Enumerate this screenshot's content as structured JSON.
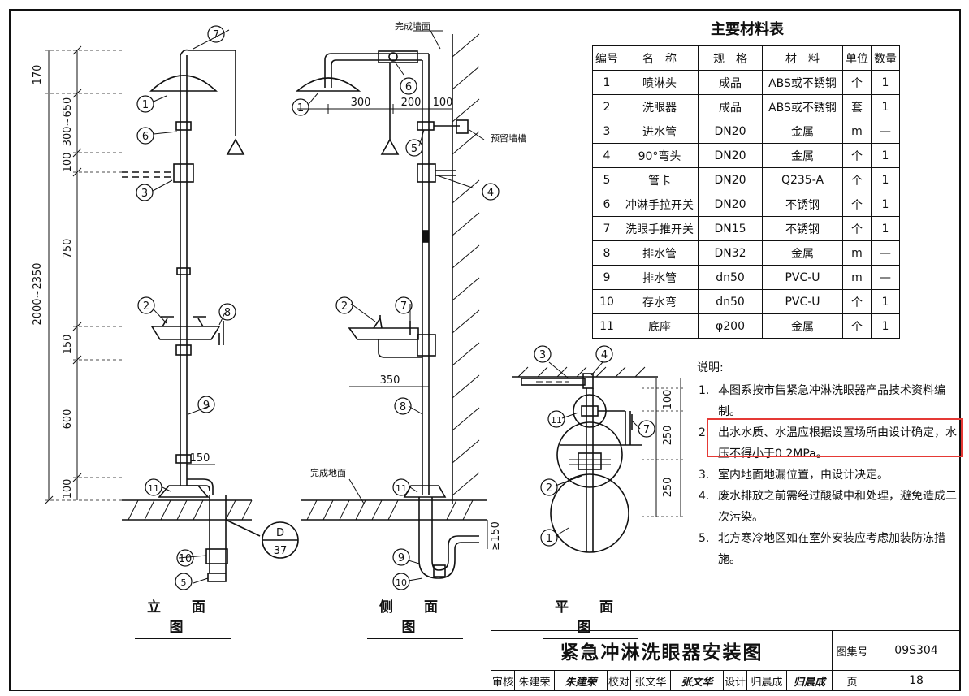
{
  "drawing": {
    "left_view": {
      "label": "立 面 图",
      "dims": [
        "170",
        "300~650",
        "100",
        "750",
        "150",
        "600",
        "100",
        "2000~2350",
        "150"
      ],
      "callouts": [
        "1",
        "2",
        "3",
        "5",
        "6",
        "7",
        "8",
        "9",
        "10",
        "11"
      ],
      "detail_ref": {
        "top": "D",
        "bottom": "37"
      }
    },
    "side_view": {
      "label": "侧 面 图",
      "wall_label": "完成墙面",
      "slot_label": "预留墙槽",
      "floor_label": "完成地面",
      "dims": [
        "300",
        "200",
        "100",
        "350",
        "≥150"
      ],
      "callouts": [
        "1",
        "2",
        "4",
        "5",
        "6",
        "7",
        "8",
        "9",
        "10",
        "11"
      ]
    },
    "plan_view": {
      "label": "平 面 图",
      "dims": [
        "100",
        "250",
        "250"
      ],
      "callouts": [
        "1",
        "2",
        "3",
        "4",
        "7",
        "11"
      ]
    }
  },
  "materials": {
    "title": "主要材料表",
    "headers": [
      "编号",
      "名　称",
      "规　格",
      "材　料",
      "单位",
      "数量"
    ],
    "rows": [
      [
        "1",
        "喷淋头",
        "成品",
        "ABS或不锈钢",
        "个",
        "1"
      ],
      [
        "2",
        "洗眼器",
        "成品",
        "ABS或不锈钢",
        "套",
        "1"
      ],
      [
        "3",
        "进水管",
        "DN20",
        "金属",
        "m",
        "—"
      ],
      [
        "4",
        "90°弯头",
        "DN20",
        "金属",
        "个",
        "1"
      ],
      [
        "5",
        "管卡",
        "DN20",
        "Q235-A",
        "个",
        "1"
      ],
      [
        "6",
        "冲淋手拉开关",
        "DN20",
        "不锈钢",
        "个",
        "1"
      ],
      [
        "7",
        "洗眼手推开关",
        "DN15",
        "不锈钢",
        "个",
        "1"
      ],
      [
        "8",
        "排水管",
        "DN32",
        "金属",
        "m",
        "—"
      ],
      [
        "9",
        "排水管",
        "dn50",
        "PVC-U",
        "m",
        "—"
      ],
      [
        "10",
        "存水弯",
        "dn50",
        "PVC-U",
        "个",
        "1"
      ],
      [
        "11",
        "底座",
        "φ200",
        "金属",
        "个",
        "1"
      ]
    ]
  },
  "notes": {
    "lead": "说明:",
    "items": [
      {
        "num": "1.",
        "text": "本图系按市售紧急冲淋洗眼器产品技术资料编制。"
      },
      {
        "num": "2.",
        "text": "出水水质、水温应根据设置场所由设计确定，水压不得小于0.2MPa。"
      },
      {
        "num": "3.",
        "text": "室内地面地漏位置，由设计决定。"
      },
      {
        "num": "4.",
        "text": "废水排放之前需经过酸碱中和处理，避免造成二次污染。"
      },
      {
        "num": "5.",
        "text": "北方寒冷地区如在室外安装应考虑加装防冻措施。"
      }
    ],
    "highlight_color": "#e53935"
  },
  "title_block": {
    "title": "紧急冲淋洗眼器安装图",
    "atlas_label": "图集号",
    "atlas_no": "09S304",
    "page_label": "页",
    "page_no": "18",
    "review_label": "审核",
    "reviewer": "朱建荣",
    "reviewer_sig": "朱建荣",
    "check_label": "校对",
    "checker": "张文华",
    "checker_sig": "张文华",
    "design_label": "设计",
    "designer": "归晨成",
    "designer_sig": "归晨成"
  }
}
